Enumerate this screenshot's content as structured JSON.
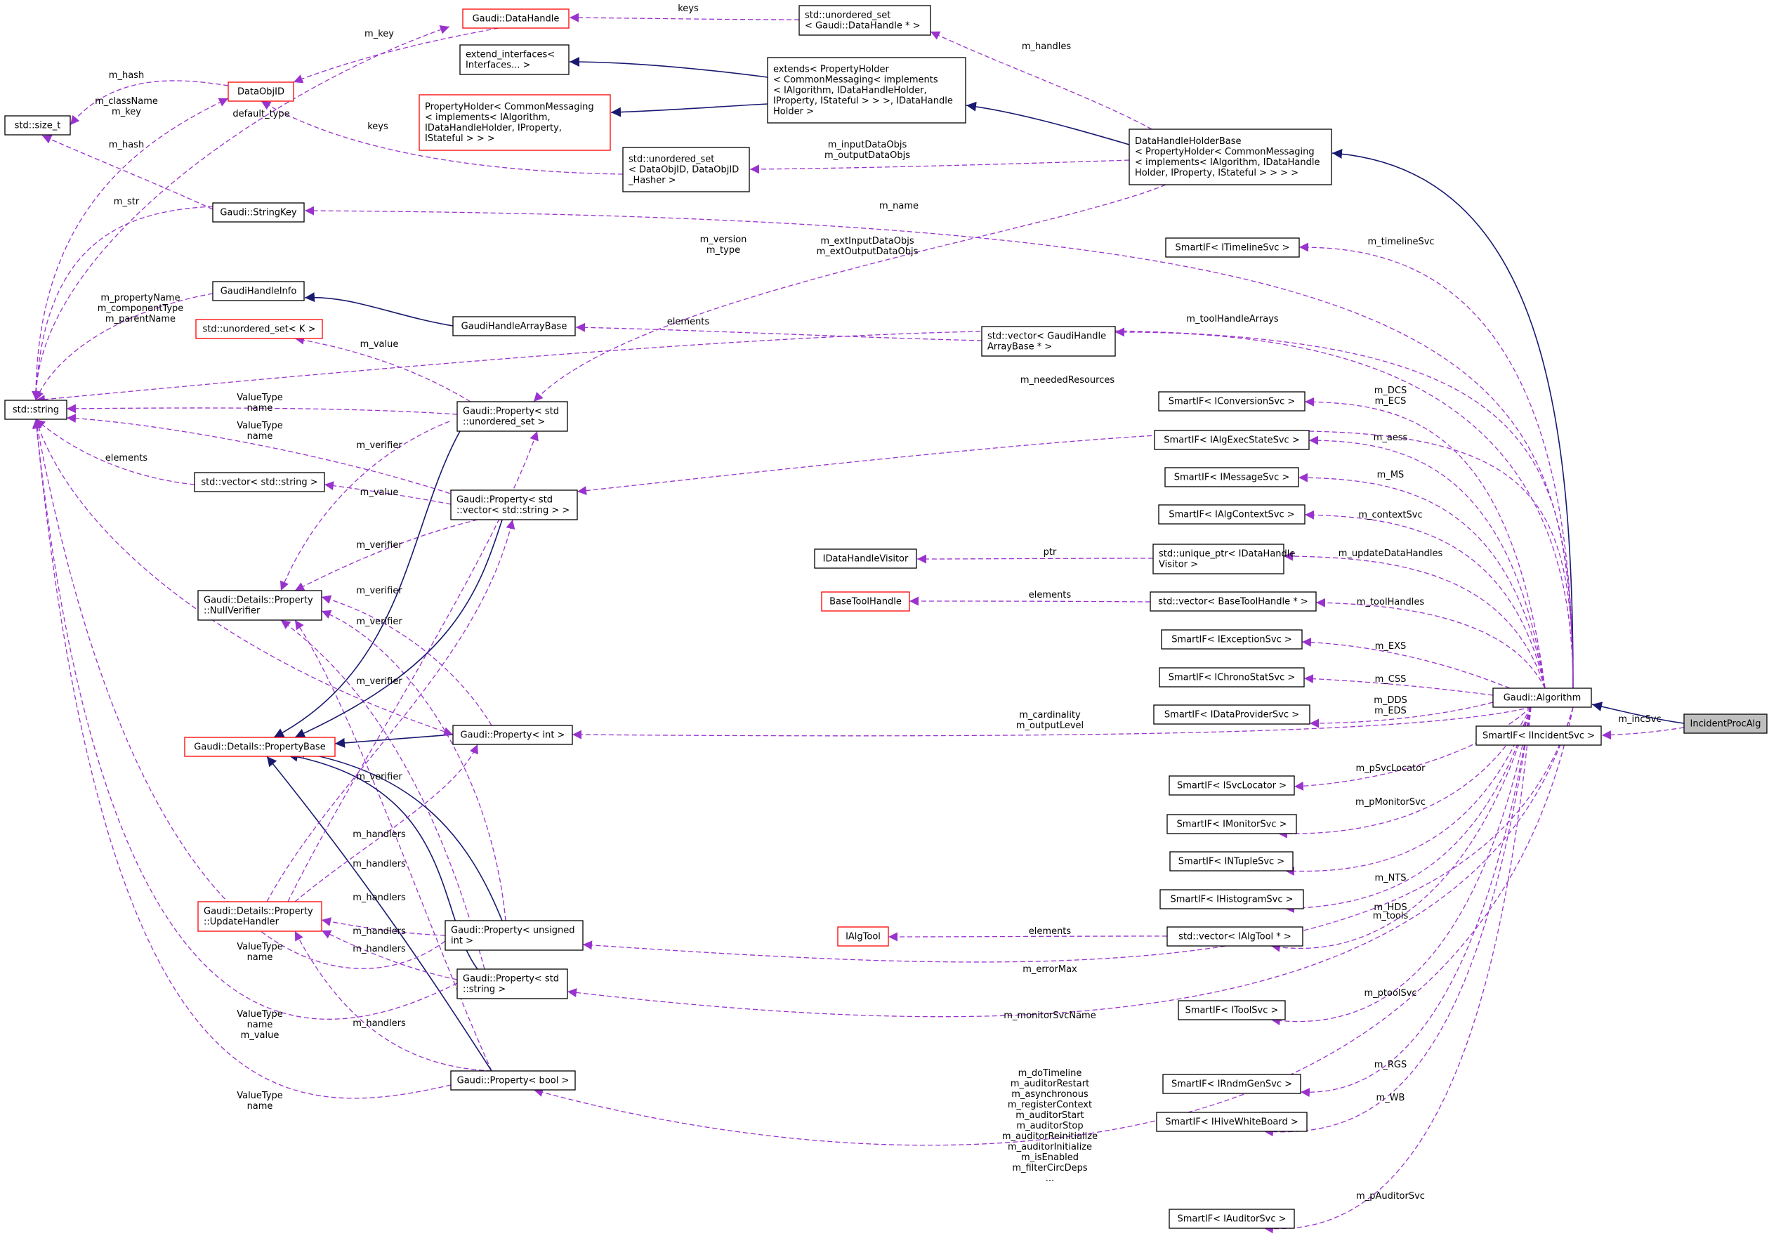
{
  "colors": {
    "node_border": "#000000",
    "node_border_incomplete": "#ff0000",
    "node_fill": "#ffffff",
    "root_fill": "#bfbfbf",
    "inheritance_edge": "#191970",
    "usage_edge": "#9a32cd"
  },
  "nodes": [
    {
      "id": "IncidentProcAlg",
      "lines": [
        "IncidentProcAlg"
      ],
      "root": true
    },
    {
      "id": "GaudiAlgorithm",
      "lines": [
        "Gaudi::Algorithm"
      ]
    },
    {
      "id": "SmartIF_IIncidentSvc",
      "lines": [
        "SmartIF< IIncidentSvc >"
      ]
    },
    {
      "id": "DataHandleHolderBase",
      "lines": [
        "DataHandleHolderBase",
        "< PropertyHolder< CommonMessaging",
        "< implements< IAlgorithm, IDataHandle",
        "Holder, IProperty, IStateful > > > >"
      ]
    },
    {
      "id": "extends_PropertyHolder",
      "lines": [
        "extends< PropertyHolder",
        "< CommonMessaging< implements",
        "< IAlgorithm, IDataHandleHolder,",
        "IProperty, IStateful > > >, IDataHandle",
        "Holder >"
      ]
    },
    {
      "id": "extend_interfaces",
      "lines": [
        "extend_interfaces<",
        "Interfaces... >"
      ]
    },
    {
      "id": "PropertyHolder_CM",
      "lines": [
        "PropertyHolder< CommonMessaging",
        "< implements< IAlgorithm,",
        "IDataHandleHolder, IProperty,",
        "IStateful > > >"
      ],
      "incomplete": true
    },
    {
      "id": "unordered_set_DataHandle",
      "lines": [
        "std::unordered_set",
        "< Gaudi::DataHandle * >"
      ]
    },
    {
      "id": "GaudiDataHandle",
      "lines": [
        "Gaudi::DataHandle"
      ],
      "incomplete": true
    },
    {
      "id": "DataObjID",
      "lines": [
        "DataObjID"
      ],
      "incomplete": true
    },
    {
      "id": "std_size_t",
      "lines": [
        "std::size_t"
      ]
    },
    {
      "id": "std_string",
      "lines": [
        "std::string"
      ]
    },
    {
      "id": "unordered_set_DataObjID",
      "lines": [
        "std::unordered_set",
        "< DataObjID, DataObjID",
        "_Hasher >"
      ]
    },
    {
      "id": "GaudiStringKey",
      "lines": [
        "Gaudi::StringKey"
      ]
    },
    {
      "id": "GaudiHandleInfo",
      "lines": [
        "GaudiHandleInfo"
      ]
    },
    {
      "id": "GaudiHandleArrayBase",
      "lines": [
        "GaudiHandleArrayBase"
      ]
    },
    {
      "id": "unordered_set_K",
      "lines": [
        "std::unordered_set< K >"
      ],
      "incomplete": true
    },
    {
      "id": "vector_GaudiHandleArrayBase",
      "lines": [
        "std::vector< GaudiHandle",
        "ArrayBase * >"
      ]
    },
    {
      "id": "Property_unordered_set",
      "lines": [
        "Gaudi::Property< std",
        "::unordered_set >"
      ]
    },
    {
      "id": "vector_string",
      "lines": [
        "std::vector< std::string >"
      ]
    },
    {
      "id": "Property_vector_string",
      "lines": [
        "Gaudi::Property< std",
        "::vector< std::string > >"
      ]
    },
    {
      "id": "NullVerifier",
      "lines": [
        "Gaudi::Details::Property",
        "::NullVerifier"
      ]
    },
    {
      "id": "PropertyBase",
      "lines": [
        "Gaudi::Details::PropertyBase"
      ],
      "incomplete": true
    },
    {
      "id": "Property_int",
      "lines": [
        "Gaudi::Property< int >"
      ]
    },
    {
      "id": "UpdateHandler",
      "lines": [
        "Gaudi::Details::Property",
        "::UpdateHandler"
      ],
      "incomplete": true
    },
    {
      "id": "Property_unsigned",
      "lines": [
        "Gaudi::Property< unsigned",
        "int >"
      ]
    },
    {
      "id": "Property_string",
      "lines": [
        "Gaudi::Property< std",
        "::string >"
      ]
    },
    {
      "id": "Property_bool",
      "lines": [
        "Gaudi::Property< bool >"
      ]
    },
    {
      "id": "IAlgTool",
      "lines": [
        "IAlgTool"
      ],
      "incomplete": true
    },
    {
      "id": "vector_IAlgTool",
      "lines": [
        "std::vector< IAlgTool * >"
      ]
    },
    {
      "id": "IDataHandleVisitor",
      "lines": [
        "IDataHandleVisitor"
      ]
    },
    {
      "id": "unique_ptr_Visitor",
      "lines": [
        "std::unique_ptr< IDataHandle",
        "Visitor >"
      ]
    },
    {
      "id": "BaseToolHandle",
      "lines": [
        "BaseToolHandle"
      ],
      "incomplete": true
    },
    {
      "id": "vector_BaseToolHandle",
      "lines": [
        "std::vector< BaseToolHandle * >"
      ]
    },
    {
      "id": "SmartIF_ITimelineSvc",
      "lines": [
        "SmartIF< ITimelineSvc >"
      ]
    },
    {
      "id": "SmartIF_IConversionSvc",
      "lines": [
        "SmartIF< IConversionSvc >"
      ]
    },
    {
      "id": "SmartIF_IAlgExecStateSvc",
      "lines": [
        "SmartIF< IAlgExecStateSvc >"
      ]
    },
    {
      "id": "SmartIF_IMessageSvc",
      "lines": [
        "SmartIF< IMessageSvc >"
      ]
    },
    {
      "id": "SmartIF_IAlgContextSvc",
      "lines": [
        "SmartIF< IAlgContextSvc >"
      ]
    },
    {
      "id": "SmartIF_IExceptionSvc",
      "lines": [
        "SmartIF< IExceptionSvc >"
      ]
    },
    {
      "id": "SmartIF_IChronoStatSvc",
      "lines": [
        "SmartIF< IChronoStatSvc >"
      ]
    },
    {
      "id": "SmartIF_IDataProviderSvc",
      "lines": [
        "SmartIF< IDataProviderSvc >"
      ]
    },
    {
      "id": "SmartIF_ISvcLocator",
      "lines": [
        "SmartIF< ISvcLocator >"
      ]
    },
    {
      "id": "SmartIF_IMonitorSvc",
      "lines": [
        "SmartIF< IMonitorSvc >"
      ]
    },
    {
      "id": "SmartIF_INTupleSvc",
      "lines": [
        "SmartIF< INTupleSvc >"
      ]
    },
    {
      "id": "SmartIF_IHistogramSvc",
      "lines": [
        "SmartIF< IHistogramSvc >"
      ]
    },
    {
      "id": "SmartIF_IToolSvc",
      "lines": [
        "SmartIF< IToolSvc >"
      ]
    },
    {
      "id": "SmartIF_IRndmGenSvc",
      "lines": [
        "SmartIF< IRndmGenSvc >"
      ]
    },
    {
      "id": "SmartIF_IHiveWhiteBoard",
      "lines": [
        "SmartIF< IHiveWhiteBoard >"
      ]
    },
    {
      "id": "SmartIF_IAuditorSvc",
      "lines": [
        "SmartIF< IAuditorSvc >"
      ]
    }
  ],
  "edges": [
    {
      "from": "GaudiAlgorithm",
      "to": "IncidentProcAlg",
      "kind": "inherit"
    },
    {
      "from": "SmartIF_IIncidentSvc",
      "to": "IncidentProcAlg",
      "kind": "use",
      "label": [
        "m_incSvc"
      ]
    },
    {
      "from": "DataHandleHolderBase",
      "to": "GaudiAlgorithm",
      "kind": "inherit"
    },
    {
      "from": "extends_PropertyHolder",
      "to": "DataHandleHolderBase",
      "kind": "inherit"
    },
    {
      "from": "extend_interfaces",
      "to": "extends_PropertyHolder",
      "kind": "inherit"
    },
    {
      "from": "PropertyHolder_CM",
      "to": "extends_PropertyHolder",
      "kind": "inherit"
    },
    {
      "from": "unordered_set_DataHandle",
      "to": "DataHandleHolderBase",
      "kind": "use",
      "label": [
        "m_handles"
      ]
    },
    {
      "from": "GaudiDataHandle",
      "to": "unordered_set_DataHandle",
      "kind": "use",
      "label": [
        "keys"
      ]
    },
    {
      "from": "DataObjID",
      "to": "GaudiDataHandle",
      "kind": "use",
      "label": [
        "m_key"
      ]
    },
    {
      "from": "std_size_t",
      "to": "DataObjID",
      "kind": "use",
      "label": [
        "m_hash"
      ]
    },
    {
      "from": "std_string",
      "to": "DataObjID",
      "kind": "use",
      "label": [
        "m_className",
        "m_key"
      ]
    },
    {
      "from": "std_string",
      "to": "GaudiDataHandle",
      "kind": "use",
      "label": [
        "default_type"
      ]
    },
    {
      "from": "DataObjID",
      "to": "unordered_set_DataObjID",
      "kind": "use",
      "label": [
        "keys"
      ]
    },
    {
      "from": "unordered_set_DataObjID",
      "to": "DataHandleHolderBase",
      "kind": "use",
      "label": [
        "m_inputDataObjs",
        "m_outputDataObjs"
      ]
    },
    {
      "from": "std_size_t",
      "to": "GaudiStringKey",
      "kind": "use",
      "label": [
        "m_hash"
      ]
    },
    {
      "from": "std_string",
      "to": "GaudiStringKey",
      "kind": "use",
      "label": [
        "m_str"
      ]
    },
    {
      "from": "GaudiStringKey",
      "to": "GaudiAlgorithm",
      "kind": "use",
      "label": [
        "m_name"
      ]
    },
    {
      "from": "std_string",
      "to": "GaudiAlgorithm",
      "kind": "use",
      "label": [
        "m_version",
        "m_type"
      ]
    },
    {
      "from": "Property_unordered_set",
      "to": "DataHandleHolderBase",
      "kind": "use",
      "label": [
        "m_extInputDataObjs",
        "m_extOutputDataObjs"
      ]
    },
    {
      "from": "std_string",
      "to": "GaudiHandleInfo",
      "kind": "use",
      "label": [
        "m_propertyName",
        "m_componentType",
        "m_parentName"
      ]
    },
    {
      "from": "GaudiHandleInfo",
      "to": "GaudiHandleArrayBase",
      "kind": "inherit"
    },
    {
      "from": "GaudiHandleArrayBase",
      "to": "vector_GaudiHandleArrayBase",
      "kind": "use",
      "label": [
        "elements"
      ]
    },
    {
      "from": "vector_GaudiHandleArrayBase",
      "to": "GaudiAlgorithm",
      "kind": "use",
      "label": [
        "m_toolHandleArrays"
      ]
    },
    {
      "from": "SmartIF_ITimelineSvc",
      "to": "GaudiAlgorithm",
      "kind": "use",
      "label": [
        "m_timelineSvc"
      ]
    },
    {
      "from": "unordered_set_K",
      "to": "Property_unordered_set",
      "kind": "use",
      "label": [
        "m_value"
      ]
    },
    {
      "from": "std_string",
      "to": "Property_unordered_set",
      "kind": "use",
      "label": [
        "ValueType",
        "name"
      ]
    },
    {
      "from": "Property_vector_string",
      "to": "GaudiAlgorithm",
      "kind": "use",
      "label": [
        "m_neededResources"
      ]
    },
    {
      "from": "std_string",
      "to": "Property_vector_string",
      "kind": "use",
      "label": [
        "ValueType",
        "name"
      ]
    },
    {
      "from": "std_string",
      "to": "vector_string",
      "kind": "use",
      "label": [
        "elements"
      ]
    },
    {
      "from": "vector_string",
      "to": "Property_vector_string",
      "kind": "use",
      "label": [
        "m_value"
      ]
    },
    {
      "from": "NullVerifier",
      "to": "Property_unordered_set",
      "kind": "use",
      "label": [
        "m_verifier"
      ]
    },
    {
      "from": "NullVerifier",
      "to": "Property_vector_string",
      "kind": "use",
      "label": [
        "m_verifier"
      ]
    },
    {
      "from": "NullVerifier",
      "to": "Property_int",
      "kind": "use",
      "label": [
        "m_verifier"
      ]
    },
    {
      "from": "NullVerifier",
      "to": "Property_unsigned",
      "kind": "use",
      "label": [
        "m_verifier"
      ]
    },
    {
      "from": "NullVerifier",
      "to": "Property_string",
      "kind": "use",
      "label": [
        "m_verifier"
      ]
    },
    {
      "from": "NullVerifier",
      "to": "Property_bool",
      "kind": "use",
      "label": [
        "m_verifier"
      ]
    },
    {
      "from": "PropertyBase",
      "to": "Property_unordered_set",
      "kind": "inherit"
    },
    {
      "from": "PropertyBase",
      "to": "Property_vector_string",
      "kind": "inherit"
    },
    {
      "from": "PropertyBase",
      "to": "Property_int",
      "kind": "inherit"
    },
    {
      "from": "PropertyBase",
      "to": "Property_unsigned",
      "kind": "inherit"
    },
    {
      "from": "PropertyBase",
      "to": "Property_string",
      "kind": "inherit"
    },
    {
      "from": "PropertyBase",
      "to": "Property_bool",
      "kind": "inherit"
    },
    {
      "from": "std_string",
      "to": "Property_int",
      "kind": "use",
      "label": [
        "ValueType",
        "name"
      ]
    },
    {
      "from": "Property_int",
      "to": "GaudiAlgorithm",
      "kind": "use",
      "label": [
        "m_cardinality",
        "m_outputLevel"
      ]
    },
    {
      "from": "UpdateHandler",
      "to": "Property_unordered_set",
      "kind": "use",
      "label": [
        "m_handlers"
      ]
    },
    {
      "from": "UpdateHandler",
      "to": "Property_vector_string",
      "kind": "use",
      "label": [
        "m_handlers"
      ]
    },
    {
      "from": "UpdateHandler",
      "to": "Property_int",
      "kind": "use",
      "label": [
        "m_handlers"
      ]
    },
    {
      "from": "UpdateHandler",
      "to": "Property_unsigned",
      "kind": "use",
      "label": [
        "m_handlers"
      ]
    },
    {
      "from": "UpdateHandler",
      "to": "Property_string",
      "kind": "use",
      "label": [
        "m_handlers"
      ]
    },
    {
      "from": "UpdateHandler",
      "to": "Property_bool",
      "kind": "use",
      "label": [
        "m_handlers"
      ]
    },
    {
      "from": "std_string",
      "to": "Property_unsigned",
      "kind": "use",
      "label": [
        "ValueType",
        "name"
      ]
    },
    {
      "from": "std_string",
      "to": "Property_string",
      "kind": "use",
      "label": [
        "ValueType",
        "name",
        "m_value"
      ]
    },
    {
      "from": "std_string",
      "to": "Property_bool",
      "kind": "use",
      "label": [
        "ValueType",
        "name"
      ]
    },
    {
      "from": "Property_unsigned",
      "to": "GaudiAlgorithm",
      "kind": "use",
      "label": [
        "m_errorMax"
      ]
    },
    {
      "from": "Property_string",
      "to": "GaudiAlgorithm",
      "kind": "use",
      "label": [
        "m_monitorSvcName"
      ]
    },
    {
      "from": "Property_bool",
      "to": "GaudiAlgorithm",
      "kind": "use",
      "label": [
        "m_doTimeline",
        "m_auditorRestart",
        "m_asynchronous",
        "m_registerContext",
        "m_auditorStart",
        "m_auditorStop",
        "m_auditorReinitialize",
        "m_auditorInitialize",
        "m_isEnabled",
        "m_filterCircDeps",
        "..."
      ]
    },
    {
      "from": "SmartIF_IConversionSvc",
      "to": "GaudiAlgorithm",
      "kind": "use",
      "label": [
        "m_DCS",
        "m_ECS"
      ]
    },
    {
      "from": "SmartIF_IAlgExecStateSvc",
      "to": "GaudiAlgorithm",
      "kind": "use",
      "label": [
        "m_aess"
      ]
    },
    {
      "from": "SmartIF_IMessageSvc",
      "to": "GaudiAlgorithm",
      "kind": "use",
      "label": [
        "m_MS"
      ]
    },
    {
      "from": "SmartIF_IAlgContextSvc",
      "to": "GaudiAlgorithm",
      "kind": "use",
      "label": [
        "m_contextSvc"
      ]
    },
    {
      "from": "IDataHandleVisitor",
      "to": "unique_ptr_Visitor",
      "kind": "use",
      "label": [
        "ptr"
      ]
    },
    {
      "from": "unique_ptr_Visitor",
      "to": "GaudiAlgorithm",
      "kind": "use",
      "label": [
        "m_updateDataHandles"
      ]
    },
    {
      "from": "BaseToolHandle",
      "to": "vector_BaseToolHandle",
      "kind": "use",
      "label": [
        "elements"
      ]
    },
    {
      "from": "vector_BaseToolHandle",
      "to": "GaudiAlgorithm",
      "kind": "use",
      "label": [
        "m_toolHandles"
      ]
    },
    {
      "from": "SmartIF_IExceptionSvc",
      "to": "GaudiAlgorithm",
      "kind": "use",
      "label": [
        "m_EXS"
      ]
    },
    {
      "from": "SmartIF_IChronoStatSvc",
      "to": "GaudiAlgorithm",
      "kind": "use",
      "label": [
        "m_CSS"
      ]
    },
    {
      "from": "SmartIF_IDataProviderSvc",
      "to": "GaudiAlgorithm",
      "kind": "use",
      "label": [
        "m_DDS",
        "m_EDS"
      ]
    },
    {
      "from": "SmartIF_ISvcLocator",
      "to": "GaudiAlgorithm",
      "kind": "use",
      "label": [
        "m_pSvcLocator"
      ]
    },
    {
      "from": "SmartIF_IMonitorSvc",
      "to": "GaudiAlgorithm",
      "kind": "use",
      "label": [
        "m_pMonitorSvc"
      ]
    },
    {
      "from": "SmartIF_INTupleSvc",
      "to": "GaudiAlgorithm",
      "kind": "use",
      "label": [
        "m_NTS"
      ]
    },
    {
      "from": "SmartIF_IHistogramSvc",
      "to": "GaudiAlgorithm",
      "kind": "use",
      "label": [
        "m_HDS"
      ]
    },
    {
      "from": "IAlgTool",
      "to": "vector_IAlgTool",
      "kind": "use",
      "label": [
        "elements"
      ]
    },
    {
      "from": "vector_IAlgTool",
      "to": "GaudiAlgorithm",
      "kind": "use",
      "label": [
        "m_tools"
      ]
    },
    {
      "from": "SmartIF_IToolSvc",
      "to": "GaudiAlgorithm",
      "kind": "use",
      "label": [
        "m_ptoolSvc"
      ]
    },
    {
      "from": "SmartIF_IRndmGenSvc",
      "to": "GaudiAlgorithm",
      "kind": "use",
      "label": [
        "m_RGS"
      ]
    },
    {
      "from": "SmartIF_IHiveWhiteBoard",
      "to": "GaudiAlgorithm",
      "kind": "use",
      "label": [
        "m_WB"
      ]
    },
    {
      "from": "SmartIF_IAuditorSvc",
      "to": "GaudiAlgorithm",
      "kind": "use",
      "label": [
        "m_pAuditorSvc"
      ]
    }
  ]
}
